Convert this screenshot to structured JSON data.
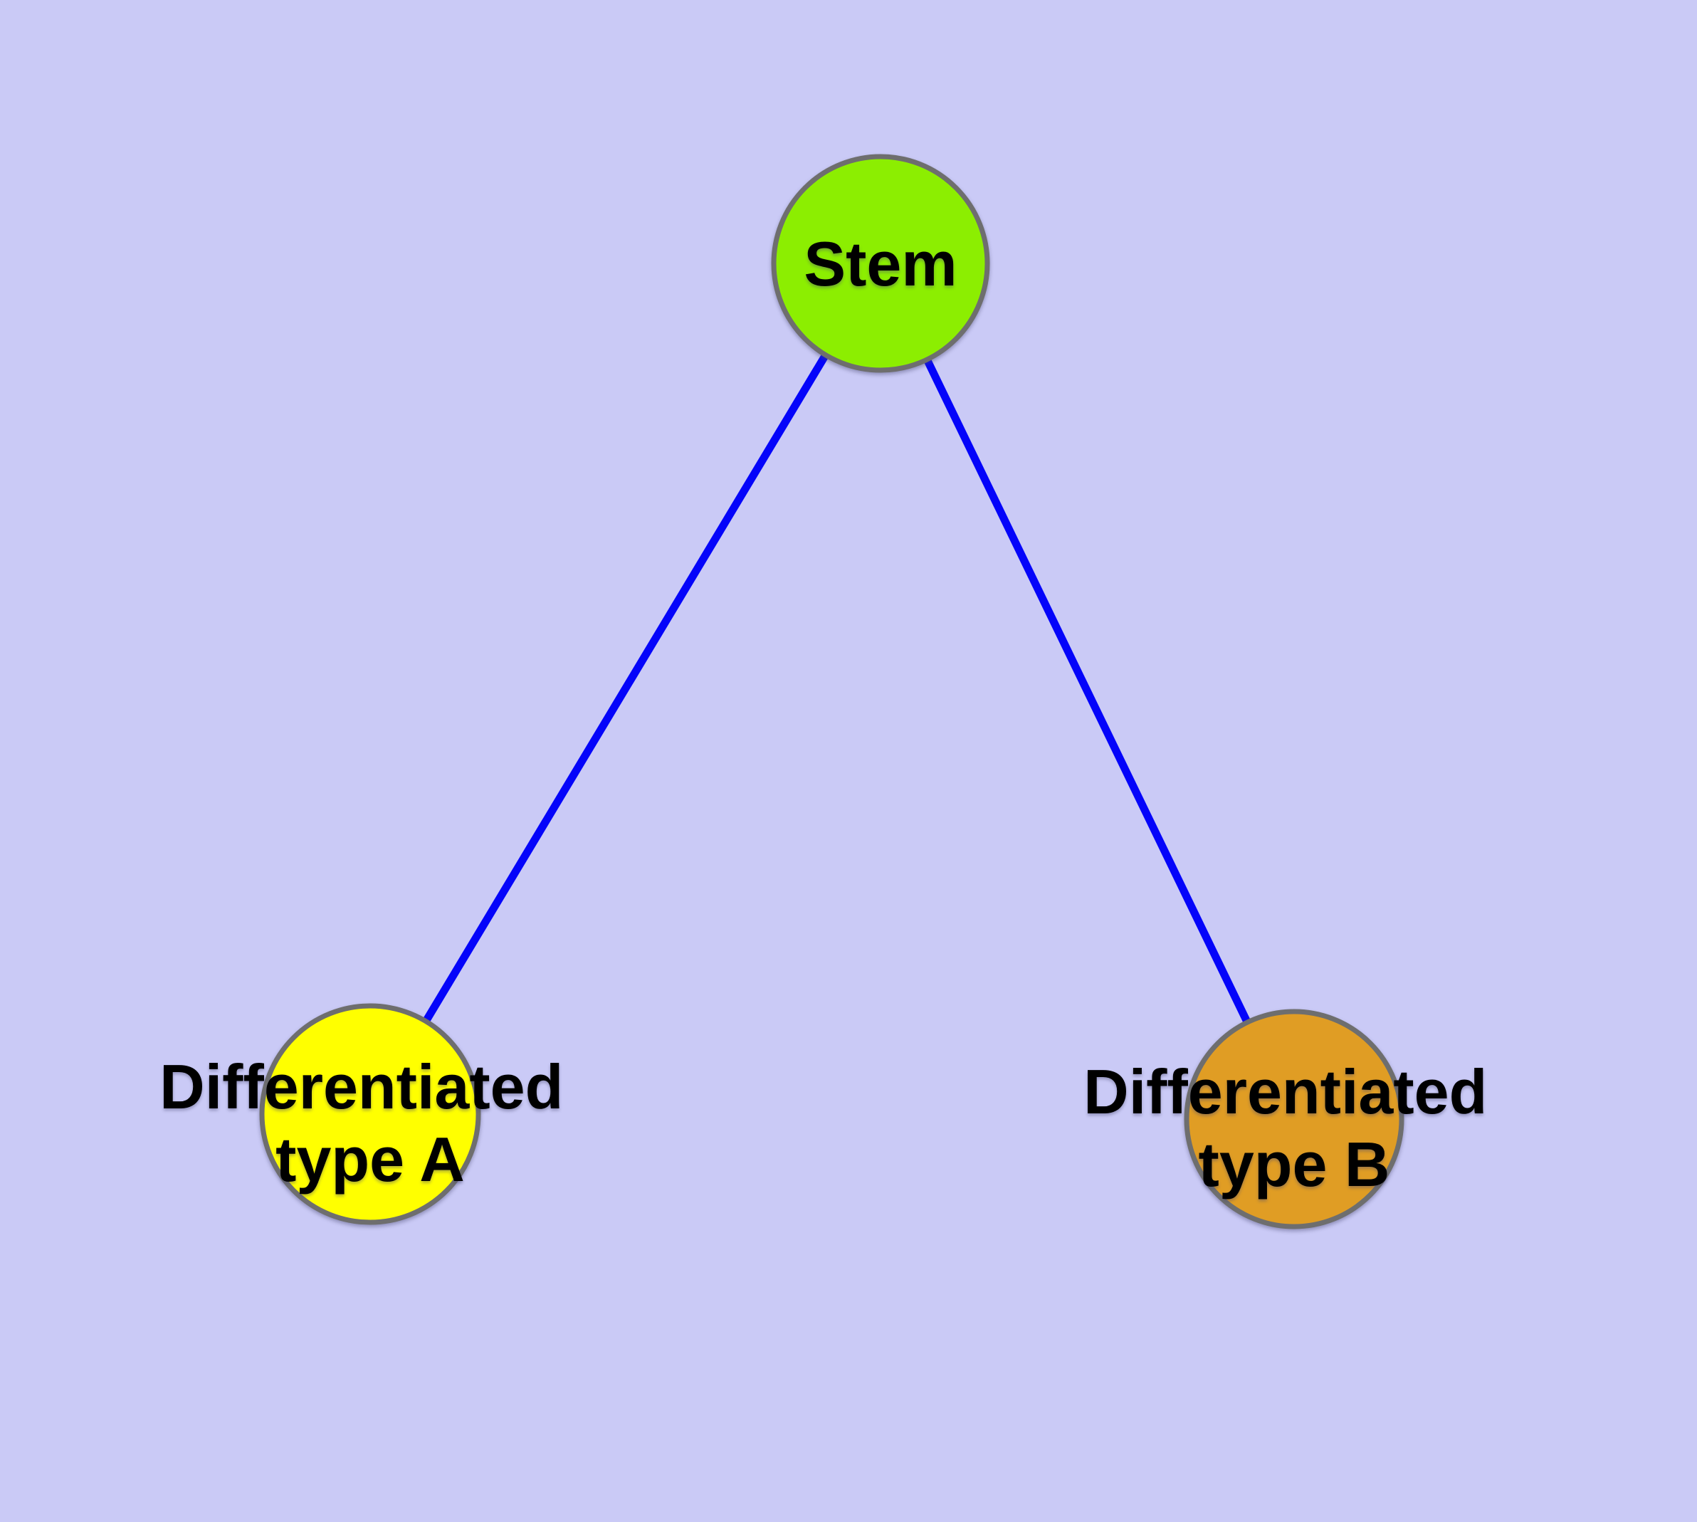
{
  "canvas": {
    "background_color": "#cacaf6"
  },
  "diagram": {
    "type": "graph",
    "nodes": {
      "stem": {
        "label": "Stem",
        "fill": "#8cee01",
        "stroke": "#6e6e6e"
      },
      "type_a": {
        "label_line1": "Differentiated",
        "label_line2": "type A",
        "fill": "#ffff00",
        "stroke": "#6e6e6e"
      },
      "type_b": {
        "label_line1": "Differentiated",
        "label_line2": "type B",
        "fill": "#e09d24",
        "stroke": "#6e6e6e"
      }
    },
    "edges": [
      {
        "from": "stem",
        "to": "type_a",
        "color": "#0404fa"
      },
      {
        "from": "stem",
        "to": "type_b",
        "color": "#0404fa"
      }
    ]
  }
}
